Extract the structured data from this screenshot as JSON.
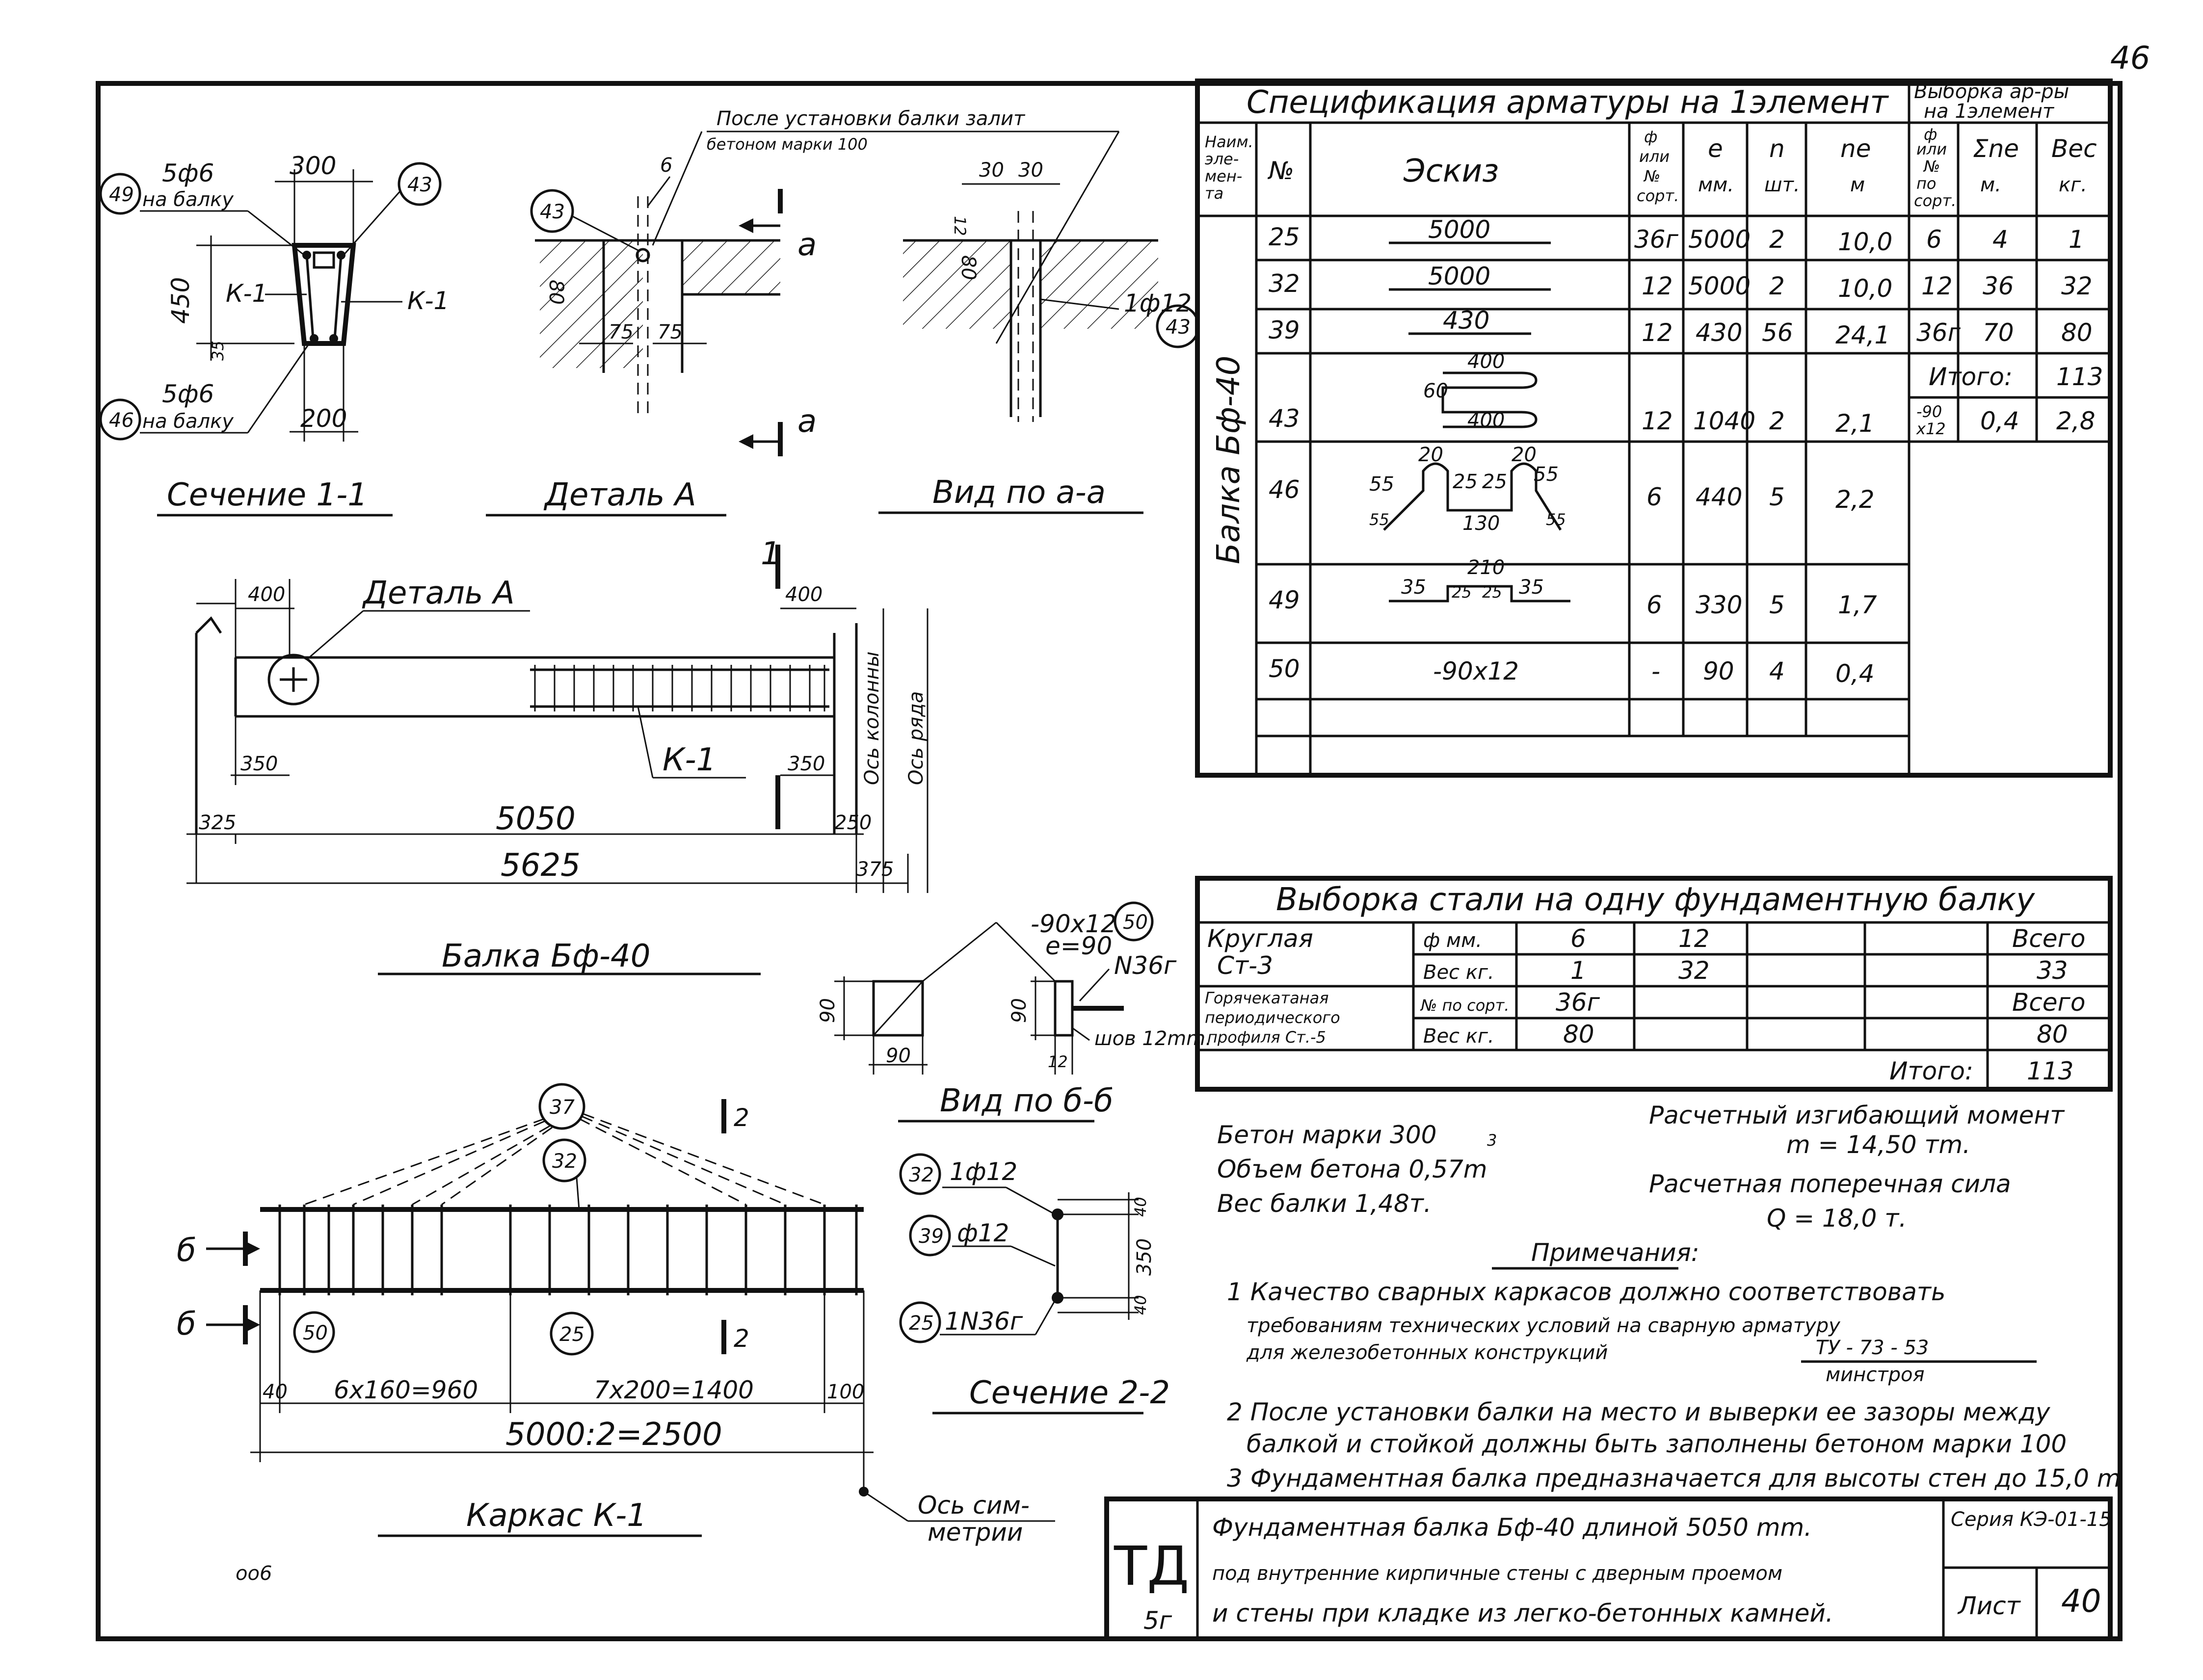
{
  "sheet_no": "46",
  "drawing": {
    "section_1": {
      "title": "Сечение 1-1",
      "top_width": "300",
      "height": "450",
      "bottom_offset": "35",
      "bottom_width": "200",
      "tag_49": "49",
      "tag_43": "43",
      "tag_46": "46",
      "bars_top": "5ф6",
      "bars_top_note": "на балку",
      "bars_bottom": "5ф6",
      "bars_bottom_note": "на балку",
      "frame_left": "К-1",
      "frame_right": "К-1"
    },
    "detail_a": {
      "title": "Деталь А",
      "note_line1": "После установки балки залит",
      "note_line2": "бетоном марки 100",
      "tag": "43",
      "dim_6": "6",
      "dim_80": "80",
      "dim_75a": "75",
      "dim_75b": "75",
      "cut_a1": "а",
      "cut_a2": "а"
    },
    "view_aa": {
      "title": "Вид по а-а",
      "dim_30a": "30",
      "dim_30b": "30",
      "dim_12": "12",
      "dim_80": "80",
      "rebar": "1ф12",
      "tag": "43"
    },
    "beam": {
      "title": "Балка Бф-40",
      "detail_label": "Деталь А",
      "cut_mark": "1",
      "frame_label": "К-1",
      "dim_400_left": "400",
      "dim_400_right": "400",
      "dim_350_left": "350",
      "dim_350_right": "350",
      "dim_325": "325",
      "dim_5050": "5050",
      "dim_250": "250",
      "dim_5625": "5625",
      "dim_375": "375",
      "axis_column": "Ось колонны",
      "axis_row": "Ось ряда"
    },
    "view_bb": {
      "title": "Вид по б-б",
      "plate": "-90х12",
      "plate_tag": "50",
      "e_label": "е=90",
      "n36": "N36г",
      "weld": "шов 12mm.",
      "dim_90_h1": "90",
      "dim_90_w": "90",
      "dim_90_h2": "90",
      "dim_12": "12"
    },
    "frame_k1": {
      "title": "Каркас К-1",
      "tag_37": "37",
      "tag_32": "32",
      "tag_50": "50",
      "tag_25": "25",
      "cut_b1": "б",
      "cut_b2": "б",
      "cut_2a": "2",
      "cut_2b": "2",
      "dim_40": "40",
      "dim_6x160": "6х160=960",
      "dim_7x200": "7х200=1400",
      "dim_100": "100",
      "dim_total": "5000:2=2500",
      "axis_sym_1": "Ось сим-",
      "axis_sym_2": "метрии",
      "mark": "оо6"
    },
    "section_2": {
      "title": "Сечение 2-2",
      "tag_32": "32",
      "bar_32": "1ф12",
      "tag_39": "39",
      "bar_39": "ф12",
      "tag_25": "25",
      "bar_25": "1N36г",
      "dim_40a": "40",
      "dim_350": "350",
      "dim_40b": "40"
    }
  },
  "spec_table": {
    "title": "Спецификация арматуры на 1элемент",
    "headers": {
      "element": [
        "Наим.",
        "эле-",
        "мен-",
        "та"
      ],
      "no": "№",
      "sketch": "Эскиз",
      "diam": [
        "ф",
        "или",
        "№",
        "сорт."
      ],
      "length": [
        "е",
        "мм."
      ],
      "count": [
        "n",
        "шт."
      ],
      "total_len": [
        "nе",
        "м"
      ]
    },
    "element_name": "Балка Бф-40",
    "rows": [
      {
        "no": "25",
        "sketch": "5000",
        "diam": "36г",
        "length": "5000",
        "count": "2",
        "total_len": "10,0"
      },
      {
        "no": "32",
        "sketch": "5000",
        "diam": "12",
        "length": "5000",
        "count": "2",
        "total_len": "10,0"
      },
      {
        "no": "39",
        "sketch": "430",
        "diam": "12",
        "length": "430",
        "count": "56",
        "total_len": "24,1"
      },
      {
        "no": "43",
        "sketch": "400 / 60 / 400",
        "diam": "12",
        "length": "1040",
        "count": "2",
        "total_len": "2,1"
      },
      {
        "no": "46",
        "sketch": "55 20 25 25 20 55 / 130",
        "diam": "6",
        "length": "440",
        "count": "5",
        "total_len": "2,2"
      },
      {
        "no": "49",
        "sketch": "35 210 25 25 35",
        "diam": "6",
        "length": "330",
        "count": "5",
        "total_len": "1,7"
      },
      {
        "no": "50",
        "sketch": "-90х12",
        "diam": "-",
        "length": "90",
        "count": "4",
        "total_len": "0,4"
      }
    ],
    "sketch_43": {
      "top": "400",
      "mid": "60",
      "bottom": "400"
    },
    "sketch_46": {
      "s1": "55",
      "s2": "20",
      "s3": "25",
      "s4": "25",
      "s5": "20",
      "s6": "55",
      "s7": "55",
      "s8": "55",
      "base": "130"
    },
    "sketch_49": {
      "s1": "35",
      "s2": "210",
      "s3": "25",
      "s4": "25",
      "s5": "35"
    }
  },
  "selection_table": {
    "title": [
      "Выборка ар-ры",
      "на 1элемент"
    ],
    "headers": {
      "diam": [
        "ф",
        "или",
        "№",
        "по",
        "сорт."
      ],
      "sum": [
        "Σnе",
        "м."
      ],
      "weight": [
        "Вес",
        "кг."
      ]
    },
    "rows": [
      {
        "diam": "6",
        "sum": "4",
        "weight": "1"
      },
      {
        "diam": "12",
        "sum": "36",
        "weight": "32"
      },
      {
        "diam": "36г",
        "sum": "70",
        "weight": "80"
      }
    ],
    "total_label": "Итого:",
    "total_value": "113",
    "plate_row": {
      "diam": [
        "-90",
        "х12"
      ],
      "sum": "0,4",
      "weight": "2,8"
    }
  },
  "steel_table": {
    "title": "Выборка стали на одну фундаментную балку",
    "round_label": [
      "Круглая",
      "Ст-3"
    ],
    "hot_label": [
      "Горячекатаная",
      "периодического",
      "профиля Ст.-5"
    ],
    "row_diam": {
      "label": "ф мм.",
      "v1": "6",
      "v2": "12"
    },
    "row_weight1": {
      "label": "Вес кг.",
      "v1": "1",
      "v2": "32"
    },
    "row_sort": {
      "label": "№ по сорт.",
      "v1": "36г"
    },
    "row_weight2": {
      "label": "Вес кг.",
      "v1": "80"
    },
    "total_label_1": "Всего",
    "total_value_1": "33",
    "total_label_2": "Всего",
    "total_value_2": "80",
    "grand_label": "Итого:",
    "grand_value": "113"
  },
  "concrete": {
    "grade": "Бетон марки 300",
    "volume": "Объем бетона 0,57m",
    "volume_sup": "3",
    "weight": "Вес балки 1,48т."
  },
  "forces": {
    "moment_label": "Расчетный изгибающий момент",
    "moment_value": "m = 14,50 тm.",
    "shear_label": "Расчетная поперечная сила",
    "shear_value": "Q = 18,0 т."
  },
  "notes": {
    "title": "Примечания:",
    "n1_l1": "1 Качество сварных каркасов должно соответствовать",
    "n1_l2": "требованиям технических условий на сварную арматуру",
    "n1_l3": "для железобетонных конструкций",
    "n1_frac_top": "ТУ - 73 - 53",
    "n1_frac_bottom": "минстроя",
    "n2_l1": "2 После установки балки на место и выверки ее зазоры между",
    "n2_l2": "балкой и стойкой должны быть заполнены бетоном марки 100",
    "n3": "3 Фундаментная балка предназначается для высоты стен до 15,0 m"
  },
  "stamp": {
    "logo": "ТД",
    "code": "5г",
    "line1": "Фундаментная балка Бф-40 длиной 5050 mm.",
    "line2": "под внутренние кирпичные стены с дверным проемом",
    "line3": "и стены при кладке из легко-бетонных камней.",
    "series": "Серия КЭ-01-15",
    "sheet_label": "Лист",
    "sheet_value": "40"
  }
}
